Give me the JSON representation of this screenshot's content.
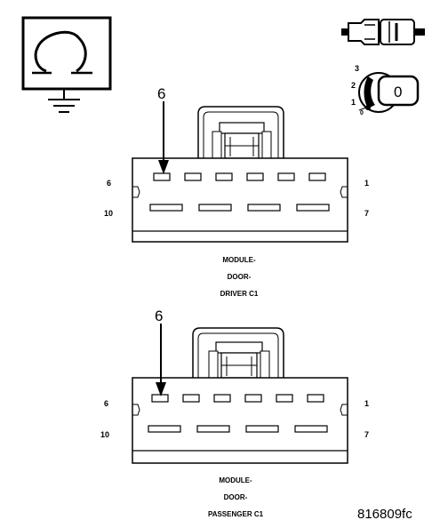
{
  "legend_icons": {
    "ohmmeter": "ohmmeter-ground-icon",
    "connector": "connector-plug-icon",
    "ignition": "ignition-key-switch-icon"
  },
  "ignition": {
    "positions": [
      "3",
      "2",
      "1",
      "0"
    ],
    "key_label": "0"
  },
  "connectors": [
    {
      "callout": "6",
      "pin_left_top": "6",
      "pin_left_bottom": "10",
      "pin_right_top": "1",
      "pin_right_bottom": "7",
      "caption": [
        "MODULE-",
        "DOOR-",
        "DRIVER C1"
      ]
    },
    {
      "callout": "6",
      "pin_left_top": "6",
      "pin_left_bottom": "10",
      "pin_right_top": "1",
      "pin_right_bottom": "7",
      "caption": [
        "MODULE-",
        "DOOR-",
        "PASSENGER C1"
      ]
    }
  ],
  "figure_id": "816809fc"
}
